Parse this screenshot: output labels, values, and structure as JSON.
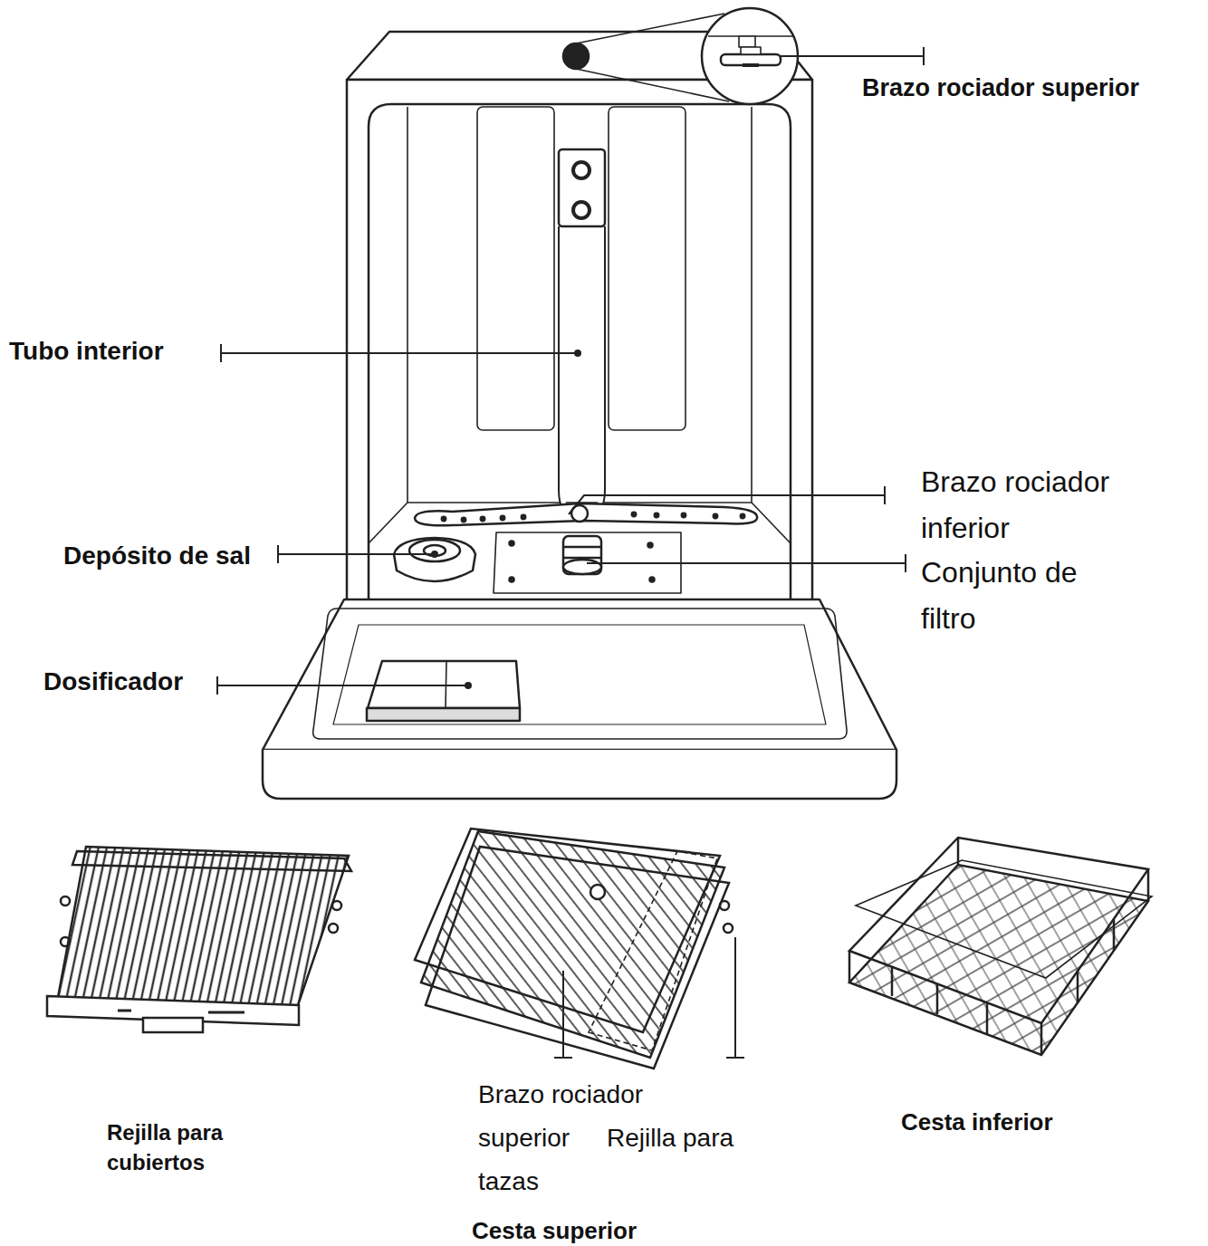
{
  "diagram": {
    "labels": [
      "Brazo rociador superior",
      "Tubo interior",
      "Brazo rociador inferior",
      "Depósito de sal",
      "Conjunto de filtro",
      "Dosificador",
      "Rejilla para cubiertos",
      "Brazo rociador superior",
      "Rejilla para tazas",
      "Cesta inferior",
      "Cesta superior"
    ]
  }
}
